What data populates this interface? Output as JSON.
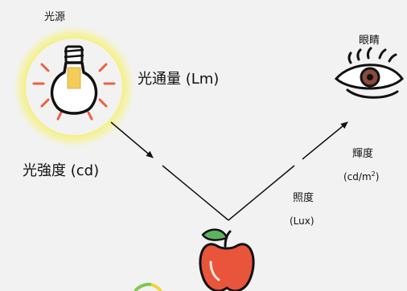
{
  "labels": {
    "light_source": "光源",
    "luminous_flux": "光通量 (Lm)",
    "luminous_intensity": "光強度 (cd)",
    "eye": "眼睛",
    "luminance": "輝度",
    "luminance_unit_prefix": "(cd/m",
    "luminance_unit_exp": "2",
    "luminance_unit_suffix": ")",
    "illuminance": "照度",
    "illuminance_unit": "(Lux)"
  },
  "colors": {
    "glow": "#f4ef3a",
    "bulb_fill": "#ffffff",
    "bulb_stroke": "#111111",
    "filament": "#f3cc5a",
    "rays": "#ee6040",
    "arrow": "#111111",
    "eye_iris": "#8b4a3a",
    "apple_red": "#e8553a",
    "apple_leaf": "#5fb35f",
    "background": "#f2f2f2"
  },
  "icons": [
    "light-bulb-icon",
    "eye-icon",
    "apple-icon"
  ]
}
